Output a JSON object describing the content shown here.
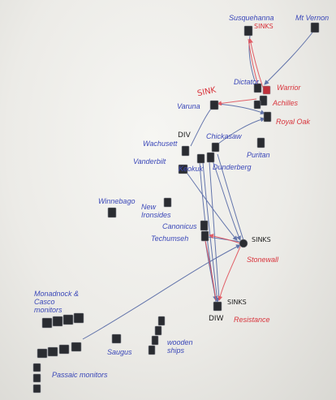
{
  "labels": {
    "susquehanna": "Susquehanna",
    "mt_vernon": "Mt Vernon",
    "dictator": "Dictator",
    "warrior": "Warrior",
    "achilles": "Achilles",
    "varuna": "Varuna",
    "royal_oak": "Royal Oak",
    "wachusett": "Wachusett",
    "chickasaw": "Chickasaw",
    "vanderbilt": "Vanderbilt",
    "keokuk": "Keokuk",
    "dunderberg": "Dunderberg",
    "puritan": "Puritan",
    "winnebago": "Winnebago",
    "new_ironsides": "New Ironsides",
    "canonicus": "Canonicus",
    "techumseh": "Techumseh",
    "stonewall": "Stonewall",
    "resistance": "Resistance",
    "monadnock": "Monadnock & Casco monitors",
    "saugus": "Saugus",
    "wooden_ships": "wooden ships",
    "passaic": "Passaic monitors"
  },
  "annotations": {
    "sinks_susquehanna": "SINKS",
    "sink_varuna": "SINK",
    "div_wachusett": "DIV",
    "sinks_stonewall": "SINKS",
    "sinks_resistance": "SINKS",
    "div_resistance": "DIW"
  },
  "colors": {
    "board": "#ecebe7",
    "union_text": "#3a47b8",
    "confederate_text": "#d8343c",
    "arrow_blue": "#4a5fa0",
    "arrow_red": "#e0505a",
    "piece": "#2a2c31"
  }
}
